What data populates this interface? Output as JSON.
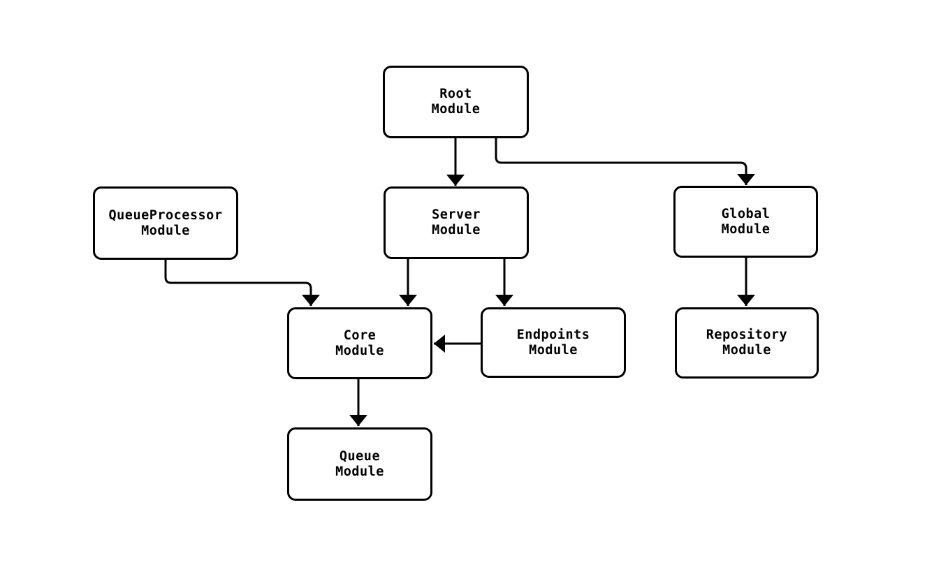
{
  "diagram": {
    "background_color": "#ffffff",
    "stroke_color": "#000000",
    "node_fill_color": "#ffffff",
    "node_text_color": "#000000",
    "nodes": [
      {
        "id": "root",
        "label": "Root\nModule"
      },
      {
        "id": "queueprocessor",
        "label": "QueueProcessor\nModule"
      },
      {
        "id": "server",
        "label": "Server\nModule"
      },
      {
        "id": "global",
        "label": "Global\nModule"
      },
      {
        "id": "core",
        "label": "Core\nModule"
      },
      {
        "id": "endpoints",
        "label": "Endpoints\nModule"
      },
      {
        "id": "repository",
        "label": "Repository\nModule"
      },
      {
        "id": "queue",
        "label": "Queue\nModule"
      }
    ],
    "edges": [
      {
        "from": "root",
        "to": "server"
      },
      {
        "from": "root",
        "to": "global"
      },
      {
        "from": "queueprocessor",
        "to": "core"
      },
      {
        "from": "server",
        "to": "core"
      },
      {
        "from": "server",
        "to": "endpoints"
      },
      {
        "from": "endpoints",
        "to": "core"
      },
      {
        "from": "global",
        "to": "repository"
      },
      {
        "from": "core",
        "to": "queue"
      }
    ]
  }
}
